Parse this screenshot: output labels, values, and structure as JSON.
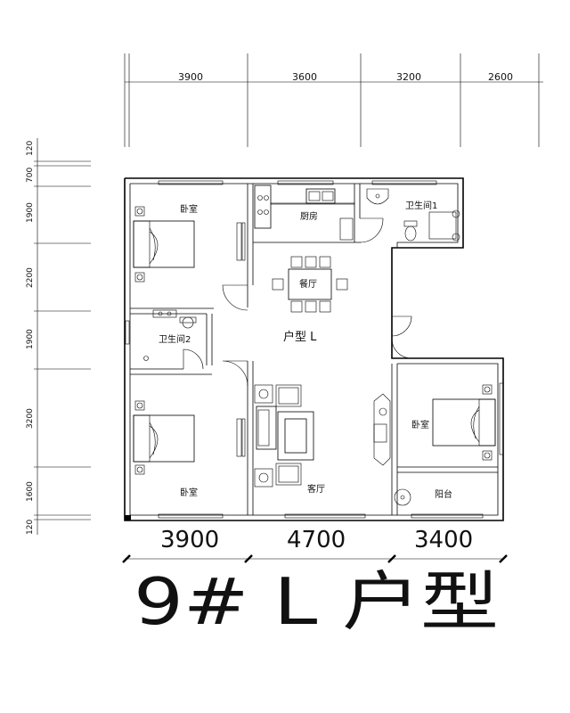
{
  "dimensions": {
    "top": [
      "3900",
      "3600",
      "3200",
      "2600"
    ],
    "left": [
      "120",
      "700",
      "1900",
      "2200",
      "1900",
      "3200",
      "1600",
      "120"
    ],
    "bottom": [
      "3900",
      "4700",
      "3400"
    ]
  },
  "rooms": {
    "bedroom_top_left": "卧室",
    "kitchen": "厨房",
    "bathroom_1": "卫生间1",
    "dining": "餐厅",
    "bathroom_2": "卫生间2",
    "unit_type": "户型 L",
    "bedroom_right": "卧室",
    "bedroom_bottom_left": "卧室",
    "living_room": "客厅",
    "balcony": "阳台"
  },
  "title": "9# L 户型",
  "icons": {
    "bed": "bed-icon",
    "sofa": "sofa-icon",
    "dining_table": "dining-table-icon",
    "toilet": "toilet-icon",
    "sink": "sink-icon",
    "stove": "stove-icon",
    "door": "door-swing-icon",
    "window": "window-icon"
  }
}
